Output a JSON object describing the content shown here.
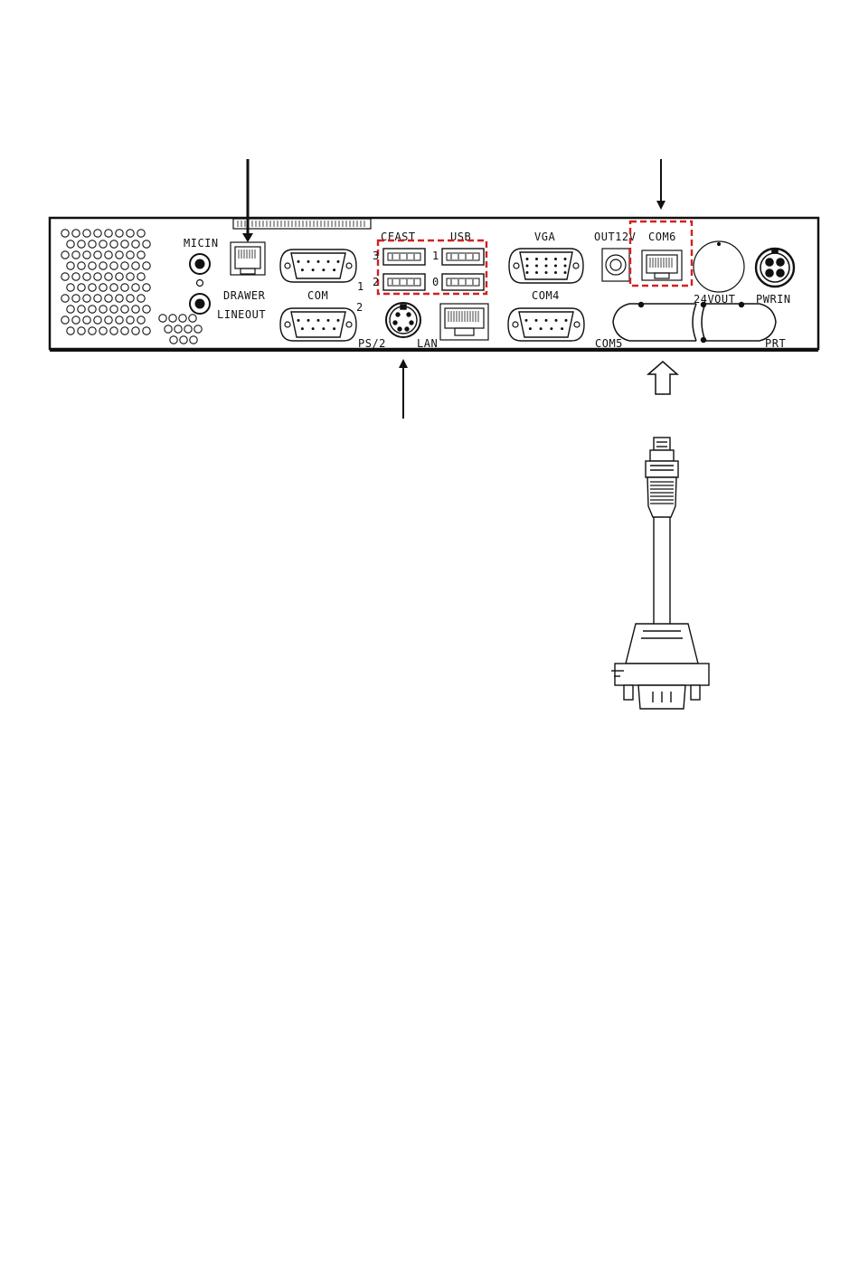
{
  "labels": {
    "micin": "MICIN",
    "drawer": "DRAWER",
    "lineout": "LINEOUT",
    "com": "COM",
    "com_num_1": "1",
    "com_num_2": "2",
    "cfast": "CFAST",
    "usb": "USB",
    "usb_num_3": "3",
    "usb_num_1": "1",
    "usb_num_2": "2",
    "usb_num_0": "0",
    "vga": "VGA",
    "out12v": "OUT12V",
    "com6": "COM6",
    "com4": "COM4",
    "com5": "COM5",
    "ps2": "PS/2",
    "lan": "LAN",
    "v24out": "24VOUT",
    "pwrin": "PWRIN",
    "prt": "PRT"
  },
  "colors": {
    "line": "#111111",
    "highlight": "#d42020",
    "background": "#ffffff"
  }
}
